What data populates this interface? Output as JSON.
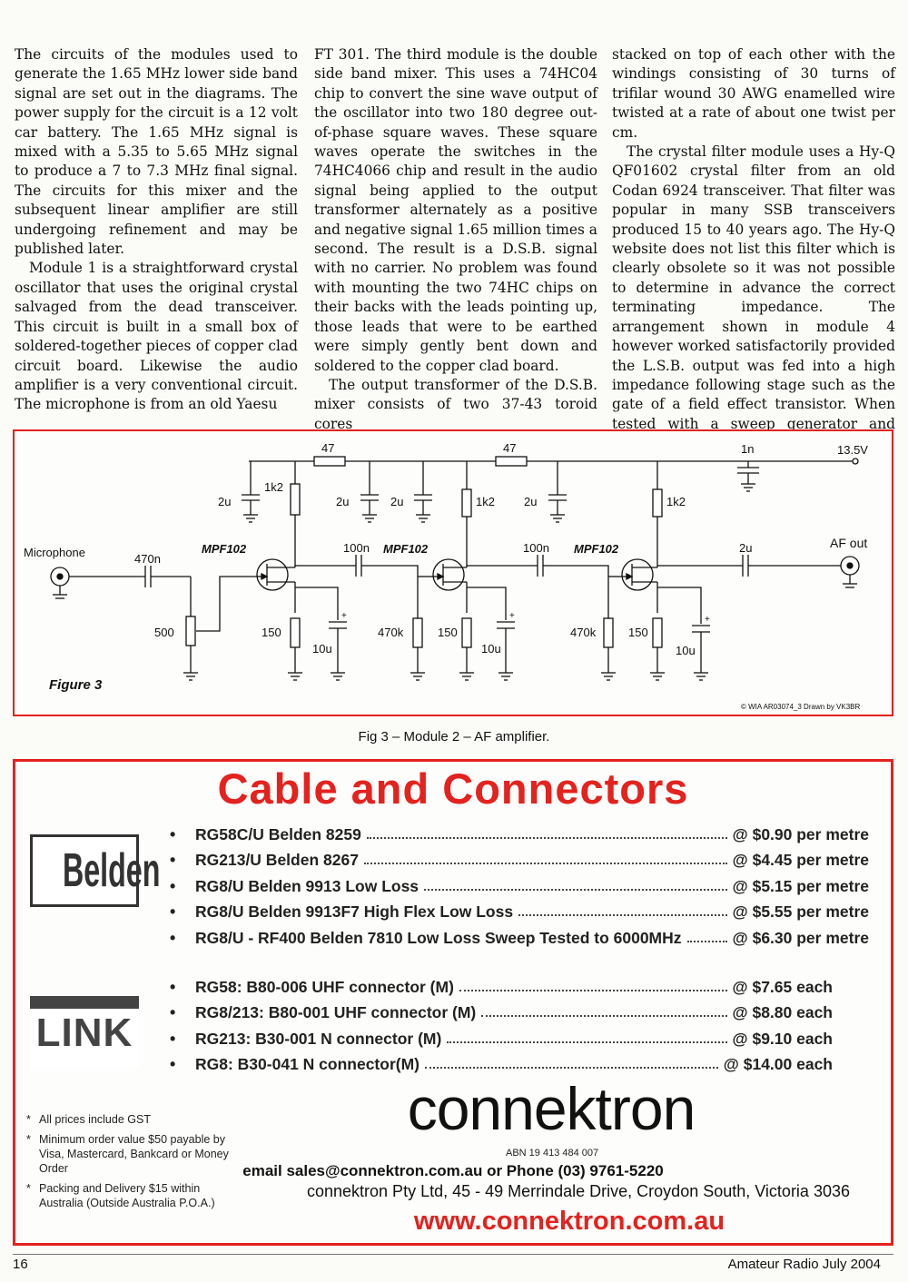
{
  "article": {
    "col1": [
      "The circuits of the modules used to generate the 1.65 MHz lower side band signal are set out in the diagrams. The power supply for the circuit is a 12 volt car battery. The 1.65 MHz signal is mixed with a 5.35 to 5.65 MHz signal to produce a 7 to 7.3 MHz final signal. The circuits for this mixer and the subsequent linear amplifier are still undergoing refinement and may be published later.",
      "Module 1 is a straightforward crystal oscillator that uses the original crystal salvaged from the dead transceiver. This circuit is built in a small box of soldered-together pieces of copper clad circuit board. Likewise the audio amplifier is a very conventional circuit. The microphone is from an old Yaesu"
    ],
    "col2": [
      "FT 301. The third module is the double side band mixer. This uses a 74HC04 chip to convert the sine wave output of the oscillator into two 180 degree out-of-phase square waves. These square waves operate the switches in the 74HC4066 chip and result in the audio signal being applied to the output transformer alternately as a positive and negative signal 1.65 million times a second. The result is a D.S.B. signal with no carrier. No problem was found with mounting the two 74HC chips on their backs with the leads pointing up, those leads that were to be earthed were simply gently bent down and soldered to the copper clad board.",
      "The output transformer of the D.S.B. mixer consists of two 37-43 toroid cores"
    ],
    "col3": [
      "stacked on top of each other with the windings consisting of 30 turns of trifilar wound 30 AWG enamelled wire twisted at a rate of about one twist per cm.",
      "The crystal filter module uses a Hy-Q QF01602 crystal filter from an old Codan 6924 transceiver. That filter was popular in many SSB transceivers produced 15 to 40 years ago. The Hy-Q website does not list this filter which is clearly obsolete so it was not possible to determine in advance the correct terminating impedance. The arrangement shown in module 4 however worked satisfactorily provided the L.S.B. output was fed into a high impedance following stage such as the gate of a field effect transistor. When tested with a sweep generator and oscilloscope the filter displayed"
    ]
  },
  "schematic": {
    "supply": "13.5V",
    "r_series_1": "47",
    "r_series_2": "47",
    "cap_1n": "1n",
    "r_1k2_a": "1k2",
    "r_1k2_b": "1k2",
    "r_1k2_c": "1k2",
    "cap_2u_a": "2u",
    "cap_2u_b": "2u",
    "cap_2u_c": "2u",
    "cap_2u_d": "2u",
    "cap_2u_out": "2u",
    "microphone": "Microphone",
    "cap_470n": "470n",
    "pot_500": "500",
    "fet_1": "MPF102",
    "fet_2": "MPF102",
    "fet_3": "MPF102",
    "cap_100n_a": "100n",
    "cap_100n_b": "100n",
    "af_out": "AF out",
    "r_150_a": "150",
    "r_150_b": "150",
    "r_150_c": "150",
    "r_470k_a": "470k",
    "r_470k_b": "470k",
    "cap_10u_a": "10u",
    "cap_10u_b": "10u",
    "cap_10u_c": "10u",
    "figure_label": "Figure 3",
    "credit": "© WIA AR03074_3   Drawn by VK3BR"
  },
  "caption": "Fig 3 – Module 2 – AF amplifier.",
  "ad": {
    "title": "Cable and Connectors",
    "belden_logo": "Belden",
    "link_logo": "LINK",
    "cables": [
      {
        "name": "RG58C/U Belden 8259",
        "price": "@ $0.90 per metre"
      },
      {
        "name": "RG213/U Belden 8267",
        "price": "@ $4.45 per metre"
      },
      {
        "name": "RG8/U Belden 9913 Low Loss",
        "price": "@ $5.15 per metre"
      },
      {
        "name": "RG8/U Belden 9913F7 High Flex Low Loss",
        "price": "@ $5.55 per metre"
      },
      {
        "name": "RG8/U - RF400 Belden 7810 Low Loss Sweep Tested to 6000MHz",
        "price": "@ $6.30 per metre"
      }
    ],
    "connectors": [
      {
        "name": "RG58: B80-006 UHF connector (M)",
        "price": "@ $7.65 each"
      },
      {
        "name": "RG8/213: B80-001 UHF connector (M)",
        "price": "@ $8.80 each"
      },
      {
        "name": "RG213: B30-001 N connector (M)",
        "price": "@ $9.10 each"
      },
      {
        "name": "RG8: B30-041 N connector(M)",
        "price": "@ $14.00 each"
      }
    ],
    "notes": [
      "All prices include GST",
      "Minimum order value $50 payable by Visa, Mastercard, Bankcard or Money Order",
      "Packing and Delivery $15 within Australia (Outside Australia P.O.A.)"
    ],
    "brand": "connektron",
    "abn": "ABN 19 413 484 007",
    "contact": "email sales@connektron.com.au or Phone (03) 9761-5220",
    "address": "connektron Pty Ltd, 45 - 49 Merrindale Drive,  Croydon South, Victoria 3036",
    "website": "www.connektron.com.au"
  },
  "footer": {
    "page_number": "16",
    "publication": "Amateur Radio July 2004"
  }
}
